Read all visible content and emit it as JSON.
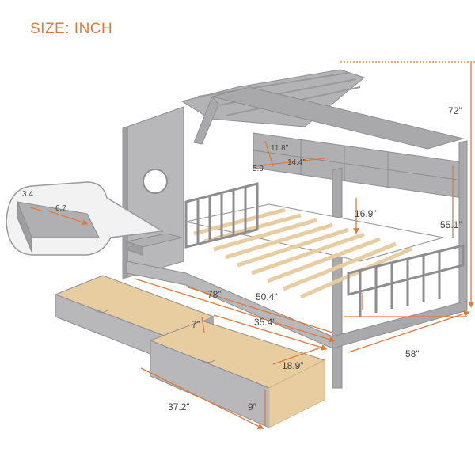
{
  "title": "SIZE: INCH",
  "dimensions": {
    "height_total": "72”",
    "height_bookshelf": "55.1”",
    "width_bed": "58”",
    "length_bed": "78”",
    "inner_length": "50.4”",
    "drawer_opening": "35.4”",
    "drawer_length": "37.2”",
    "drawer_width": "18.9”",
    "drawer_height": "9″",
    "drawer_inner_height": "7”",
    "shelf_height": "11.8”",
    "shelf_width": "14.4”",
    "shelf_depth": "5.9",
    "shelf_to_slat": "16.9”",
    "side_shelf_a": "3.4",
    "side_shelf_b": "6.7"
  },
  "colors": {
    "accent": "#e07a3a",
    "frame": "#a9a9ab",
    "frame_dark": "#8e8e90",
    "wood": "#e8cda1",
    "wood_dark": "#d9b783"
  }
}
